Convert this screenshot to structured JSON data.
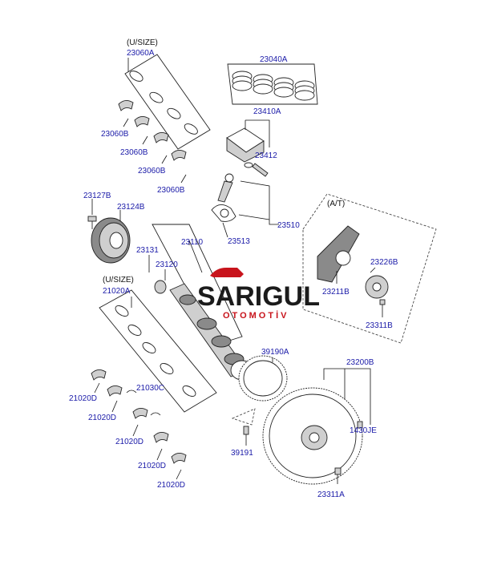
{
  "watermark": {
    "name": "SARIGUL",
    "sub": "OTOMOTİV",
    "accent": "#c8141c"
  },
  "labels": {
    "us1": "(U/SIZE)",
    "p23060A": "23060A",
    "p23060B_1": "23060B",
    "p23060B_2": "23060B",
    "p23060B_3": "23060B",
    "p23060B_4": "23060B",
    "p23040A": "23040A",
    "p23410A": "23410A",
    "p23412": "23412",
    "p23510": "23510",
    "p23513": "23513",
    "p23127B": "23127B",
    "p23124B": "23124B",
    "p23110": "23110",
    "p23131": "23131",
    "p23120": "23120",
    "at": "(A/T)",
    "p23226B": "23226B",
    "p23211B": "23211B",
    "p23311B": "23311B",
    "us2": "(U/SIZE)",
    "p21020A": "21020A",
    "p21030C": "21030C",
    "p21020D_1": "21020D",
    "p21020D_2": "21020D",
    "p21020D_3": "21020D",
    "p21020D_4": "21020D",
    "p21020D_5": "21020D",
    "p39190A": "39190A",
    "p23200B": "23200B",
    "p1430JE": "1430JE",
    "p39191": "39191",
    "p23311A": "23311A"
  }
}
